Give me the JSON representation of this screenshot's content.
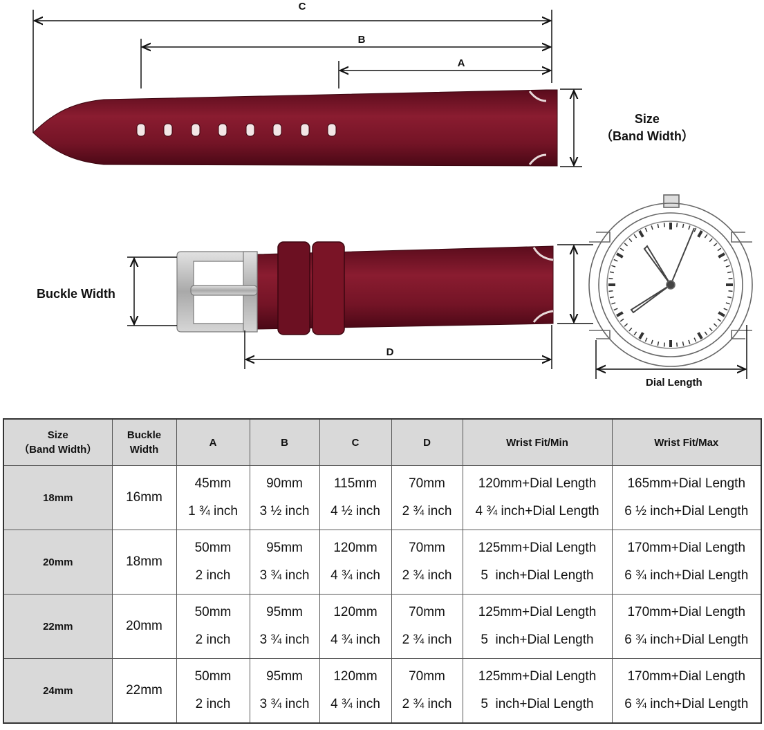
{
  "diagram": {
    "labels": {
      "a": "A",
      "b": "B",
      "c": "C",
      "d": "D",
      "size_line1": "Size",
      "size_line2": "（Band Width）",
      "buckle_width": "Buckle Width",
      "dial_length": "Dial Length"
    },
    "colors": {
      "leather": "#7a1426",
      "leather_dark": "#4e0a18",
      "buckle": "#b8b8b8",
      "watch_outline": "#666666"
    }
  },
  "table": {
    "headers": [
      [
        "Size",
        "（Band Width）"
      ],
      [
        "Buckle",
        "Width"
      ],
      [
        "A",
        ""
      ],
      [
        "B",
        ""
      ],
      [
        "C",
        ""
      ],
      [
        "D",
        ""
      ],
      [
        "Wrist Fit/Min",
        ""
      ],
      [
        "Wrist Fit/Max",
        ""
      ]
    ],
    "rows": [
      {
        "size": "18mm",
        "buckle": "16mm",
        "cells": [
          [
            "45mm",
            "1 ¾ inch"
          ],
          [
            "90mm",
            "3 ½ inch"
          ],
          [
            "115mm",
            "4 ½ inch"
          ],
          [
            "70mm",
            "2 ¾ inch"
          ],
          [
            "120mm+Dial Length",
            "4 ¾ inch+Dial Length"
          ],
          [
            "165mm+Dial Length",
            "6 ½ inch+Dial Length"
          ]
        ]
      },
      {
        "size": "20mm",
        "buckle": "18mm",
        "cells": [
          [
            "50mm",
            "2 inch"
          ],
          [
            "95mm",
            "3 ¾ inch"
          ],
          [
            "120mm",
            "4 ¾ inch"
          ],
          [
            "70mm",
            "2 ¾ inch"
          ],
          [
            "125mm+Dial Length",
            "5  inch+Dial Length"
          ],
          [
            "170mm+Dial Length",
            "6 ¾ inch+Dial Length"
          ]
        ]
      },
      {
        "size": "22mm",
        "buckle": "20mm",
        "cells": [
          [
            "50mm",
            "2 inch"
          ],
          [
            "95mm",
            "3 ¾ inch"
          ],
          [
            "120mm",
            "4 ¾ inch"
          ],
          [
            "70mm",
            "2 ¾ inch"
          ],
          [
            "125mm+Dial Length",
            "5  inch+Dial Length"
          ],
          [
            "170mm+Dial Length",
            "6 ¾ inch+Dial Length"
          ]
        ]
      },
      {
        "size": "24mm",
        "buckle": "22mm",
        "cells": [
          [
            "50mm",
            "2 inch"
          ],
          [
            "95mm",
            "3 ¾ inch"
          ],
          [
            "120mm",
            "4 ¾ inch"
          ],
          [
            "70mm",
            "2 ¾ inch"
          ],
          [
            "125mm+Dial Length",
            "5  inch+Dial Length"
          ],
          [
            "170mm+Dial Length",
            "6 ¾ inch+Dial Length"
          ]
        ]
      }
    ]
  }
}
